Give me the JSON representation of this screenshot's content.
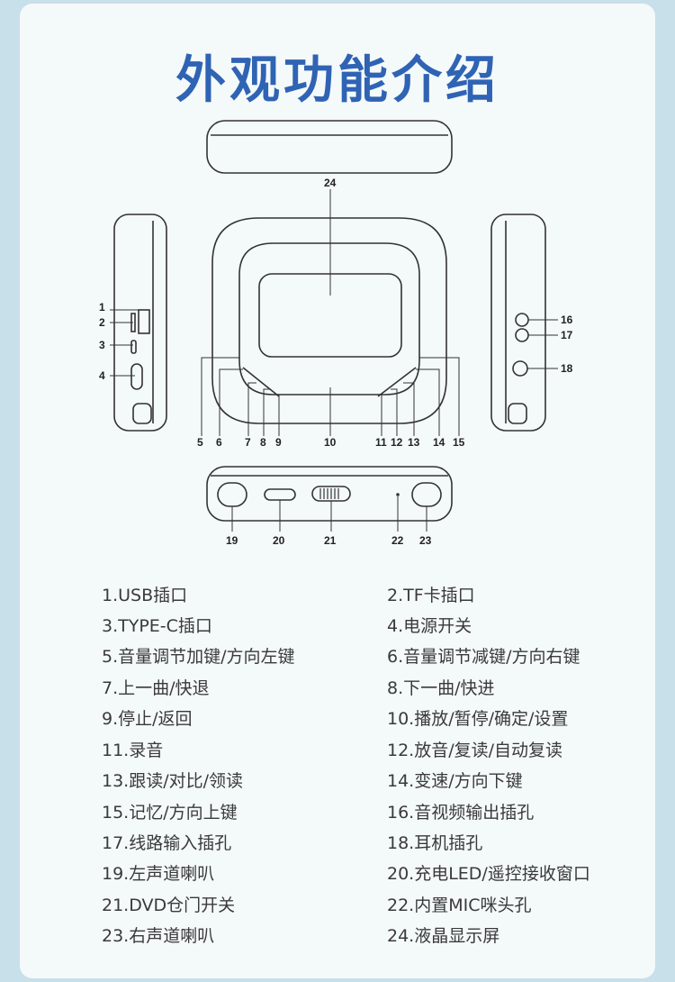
{
  "title": "外观功能介绍",
  "callouts": [
    "1",
    "2",
    "3",
    "4",
    "5",
    "6",
    "7",
    "8",
    "9",
    "10",
    "11",
    "12",
    "13",
    "14",
    "15",
    "16",
    "17",
    "18",
    "19",
    "20",
    "21",
    "22",
    "23",
    "24"
  ],
  "legend": [
    "1.USB插口",
    "2.TF卡插口",
    "3.TYPE-C插口",
    "4.电源开关",
    "5.音量调节加键/方向左键",
    "6.音量调节减键/方向右键",
    "7.上一曲/快退",
    "8.下一曲/快进",
    "9.停止/返回",
    "10.播放/暂停/确定/设置",
    "11.录音",
    "12.放音/复读/自动复读",
    "13.跟读/对比/领读",
    "14.变速/方向下键",
    "15.记忆/方向上键",
    "16.音视频输出插孔",
    "17.线路输入插孔",
    "18.耳机插孔",
    "19.左声道喇叭",
    "20.充电LED/遥控接收窗口",
    "21.DVD仓门开关",
    "22.内置MIC咪头孔",
    "23.右声道喇叭",
    "24.液晶显示屏"
  ],
  "colors": {
    "title": "#2f63b4",
    "background": "#c7e0ea",
    "card": "#f4f9fa",
    "line": "#333333"
  }
}
